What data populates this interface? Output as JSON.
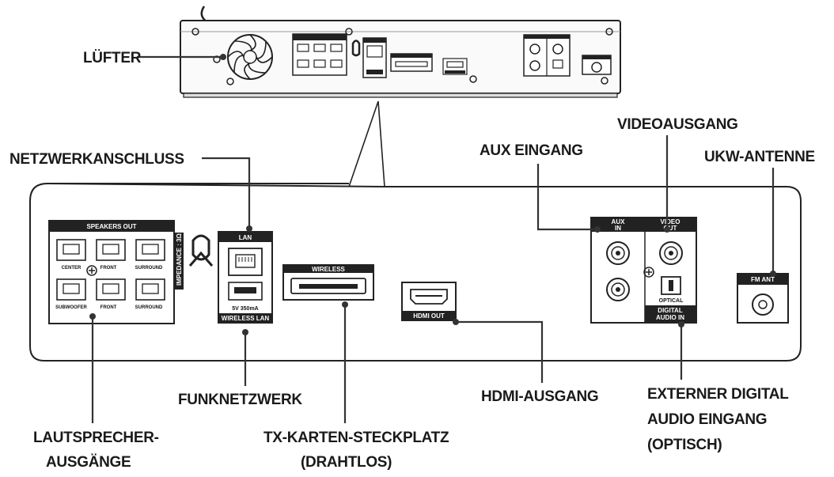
{
  "callouts": {
    "fan": "LÜFTER",
    "network_port": "NETZWERKANSCHLUSS",
    "aux_in": "AUX EINGANG",
    "video_out": "VIDEOAUSGANG",
    "fm_antenna": "UKW-ANTENNE",
    "wireless_network": "FUNKNETZWERK",
    "hdmi_out": "HDMI-AUSGANG",
    "digital_audio_line1": "EXTERNER DIGITAL",
    "digital_audio_line2": "AUDIO EINGANG",
    "digital_audio_line3": "(OPTISCH)",
    "speaker_out_line1": "LAUTSPRECHER-",
    "speaker_out_line2": "AUSGÄNGE",
    "tx_card_line1": "TX-KARTEN-STECKPLATZ",
    "tx_card_line2": "(DRAHTLOS)"
  },
  "panel": {
    "speakers_out": "SPEAKERS OUT",
    "center": "CENTER",
    "front_r": "FRONT",
    "surround_r": "SURROUND",
    "subwoofer": "SUBWOOFER",
    "front_l": "FRONT",
    "surround_l": "SURROUND",
    "impedance": "IMPEDANCE : 3Ω",
    "lan": "LAN",
    "power_rating": "5V 350mA",
    "wireless_lan": "WIRELESS LAN",
    "wireless": "WIRELESS",
    "hdmi_out": "HDMI OUT",
    "aux_in_line1": "AUX",
    "aux_in_line2": "IN",
    "video_out_line1": "VIDEO",
    "video_out_line2": "OUT",
    "optical": "OPTICAL",
    "digital_audio_in_line1": "DIGITAL",
    "digital_audio_in_line2": "AUDIO IN",
    "fm_ant": "FM ANT"
  }
}
